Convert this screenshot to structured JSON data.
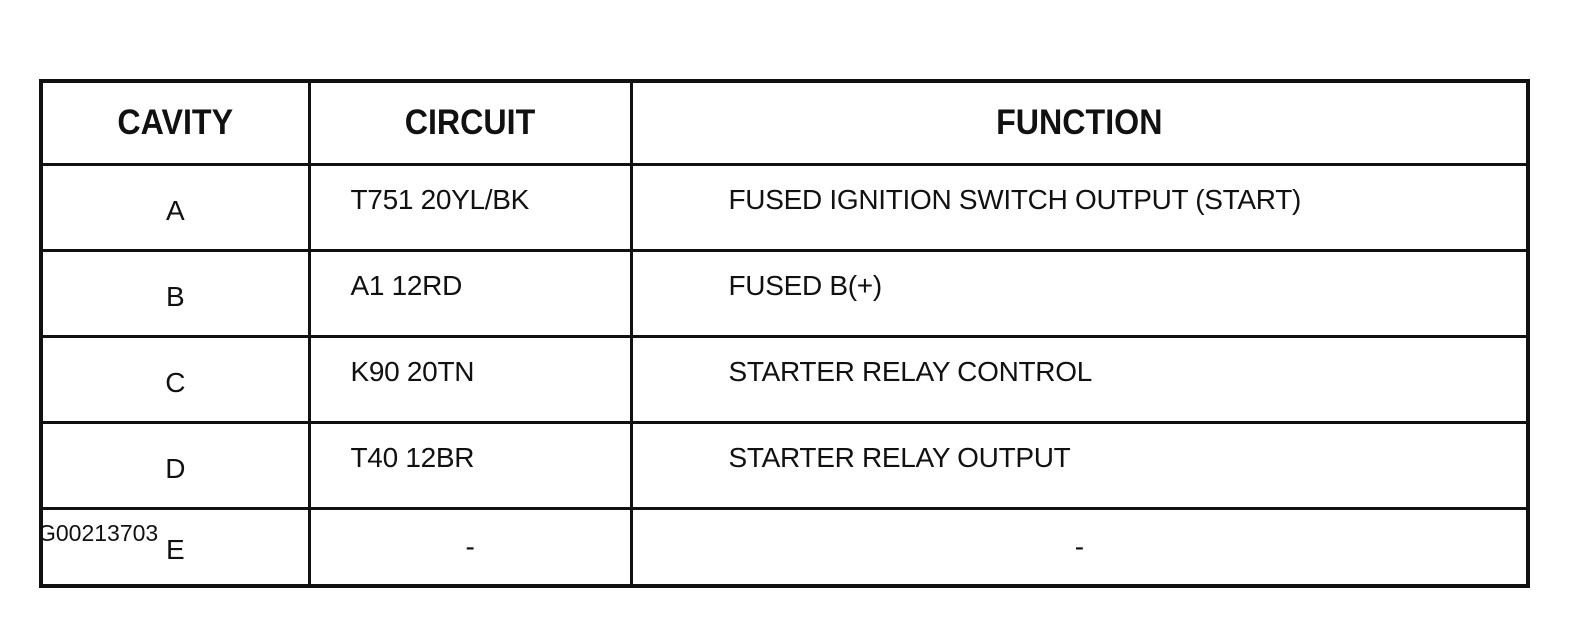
{
  "table": {
    "headers": {
      "cavity": "CAVITY",
      "circuit": "CIRCUIT",
      "function": "FUNCTION"
    },
    "rows": [
      {
        "cavity": "A",
        "circuit": "T751 20YL/BK",
        "function": "FUSED IGNITION SWITCH OUTPUT (START)"
      },
      {
        "cavity": "B",
        "circuit": "A1 12RD",
        "function": "FUSED B(+)"
      },
      {
        "cavity": "C",
        "circuit": "K90 20TN",
        "function": "STARTER RELAY CONTROL"
      },
      {
        "cavity": "D",
        "circuit": "T40 12BR",
        "function": "STARTER RELAY OUTPUT"
      },
      {
        "cavity": "E",
        "circuit": "-",
        "function": "-"
      }
    ]
  },
  "figure_id": "G00213703",
  "colors": {
    "ink": "#111111",
    "background": "#ffffff"
  }
}
